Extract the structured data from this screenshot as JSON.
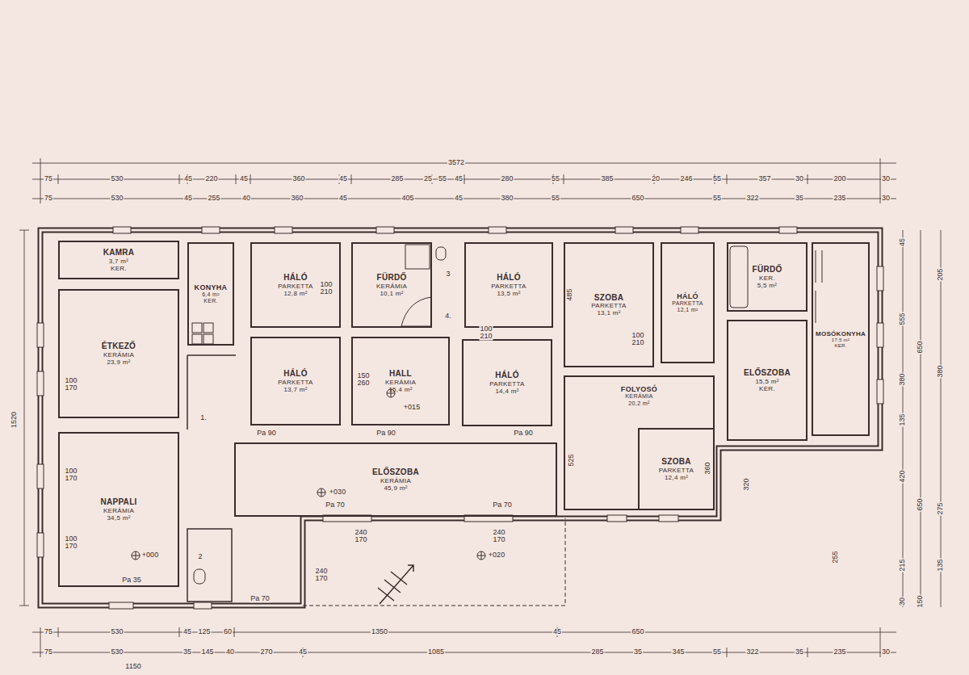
{
  "diagram": {
    "nodes": [
      {
        "text": [
          "KAMRA",
          "3,7 m²",
          "KER."
        ]
      },
      {
        "text": [
          "KONYHA",
          "6,4 m²",
          "KER."
        ]
      },
      {
        "text": [
          "ÉTKEZŐ",
          "KERÁMIA",
          "23,9 m²"
        ]
      },
      {
        "text": [
          "NAPPALI",
          "KERÁMIA",
          "34,5 m²"
        ]
      },
      {
        "text": [
          "HÁLÓ",
          "PARKETTA",
          "12,8 m²"
        ]
      },
      {
        "text": [
          "FÜRDŐ",
          "KERÁMIA",
          "10,1 m²"
        ]
      },
      {
        "text": [
          "HÁLÓ",
          "PARKETTA",
          "13,5 m²"
        ]
      },
      {
        "text": [
          "HÁLÓ",
          "PARKETTA",
          "13,7 m²"
        ]
      },
      {
        "text": [
          "HALL",
          "KERÁMIA",
          "15,4 m²"
        ]
      },
      {
        "text": [
          "HÁLÓ",
          "PARKETTA",
          "14,4 m²"
        ]
      },
      {
        "text": [
          "SZOBA",
          "PARKETTA",
          "13,1 m²"
        ]
      },
      {
        "text": [
          "HÁLÓ",
          "PARKETTA",
          "12,1 m²"
        ]
      },
      {
        "text": [
          "FÜRDŐ",
          "KER.",
          "5,5 m²"
        ]
      },
      {
        "text": [
          "ELŐSZOBA",
          "15,5 m²",
          "KER."
        ]
      },
      {
        "text": [
          "MOSÓKONYHA",
          "17,5 m²",
          "KER."
        ]
      },
      {
        "text": [
          "FOLYOSÓ",
          "KERÁMIA",
          "20,2 m²"
        ]
      },
      {
        "text": [
          "SZOBA",
          "PARKETTA",
          "12,4 m²"
        ],
        "in": 15
      },
      {
        "text": [
          "ELŐSZOBA",
          "KERÁMIA",
          "45,9 m²"
        ]
      }
    ],
    "labels": [
      "3572",
      "75",
      "530",
      "45",
      "220",
      "45",
      "360",
      "45",
      "285",
      "25",
      "55",
      "45",
      "280",
      "55",
      "385",
      "20",
      "246",
      "55",
      "357",
      "30",
      "200",
      "30",
      "75",
      "530",
      "45",
      "255",
      "40",
      "360",
      "45",
      "405",
      "45",
      "380",
      "55",
      "650",
      "55",
      "322",
      "35",
      "235",
      "30",
      "75",
      "530",
      "45",
      "125",
      "60",
      "1350",
      "45",
      "650",
      "75",
      "530",
      "35",
      "145",
      "40",
      "270",
      "45",
      "1085",
      "285",
      "35",
      "345",
      "55",
      "322",
      "35",
      "235",
      "30",
      "1150",
      "1520",
      "45",
      "555",
      "380",
      "135",
      "420",
      "215",
      "30",
      "650",
      "650",
      "150",
      "205",
      "380",
      "275",
      "135",
      "1.",
      "2",
      "3",
      "4.",
      "+015",
      "+030",
      "+000",
      "+020",
      "100 170",
      "100 170",
      "100 170",
      "150 260",
      "100 210",
      "100 210",
      "240 170",
      "240 170",
      "240 170",
      "100 210",
      "485",
      "525",
      "360",
      "320",
      "255",
      "Pa 90",
      "Pa 90",
      "Pa 90",
      "Pa 70",
      "Pa 70",
      "Pa 35",
      "Pa 70"
    ]
  }
}
